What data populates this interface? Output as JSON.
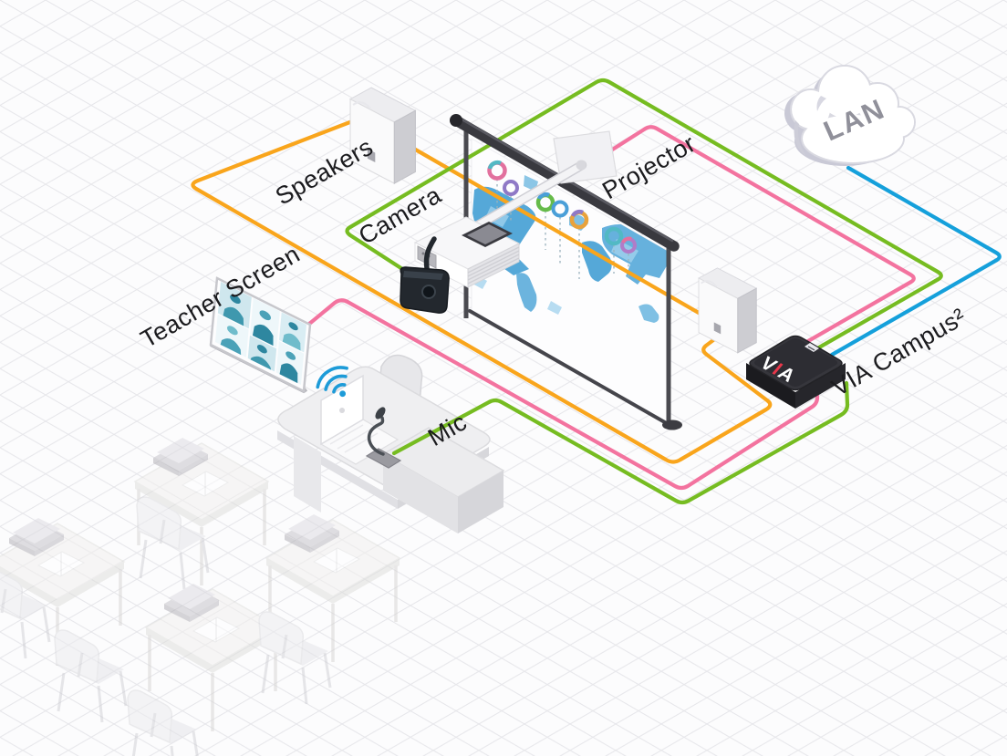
{
  "labels": {
    "speakers": "Speakers",
    "camera": "Camera",
    "projector": "Projector",
    "teacher_screen": "Teacher Screen",
    "mic": "Mic",
    "via_campus": "VIA Campus²",
    "lan": "LAN"
  },
  "via_logo": {
    "v": "V",
    "i": "I",
    "a": "A"
  },
  "colors": {
    "audio_line": "#F9A51C",
    "video_line": "#F3739F",
    "green_line": "#76BC21",
    "lan_line": "#15A0DB",
    "wifi_icon": "#1D9BD8",
    "label_text": "#1B1B1E",
    "lan_text": "#90909A"
  }
}
